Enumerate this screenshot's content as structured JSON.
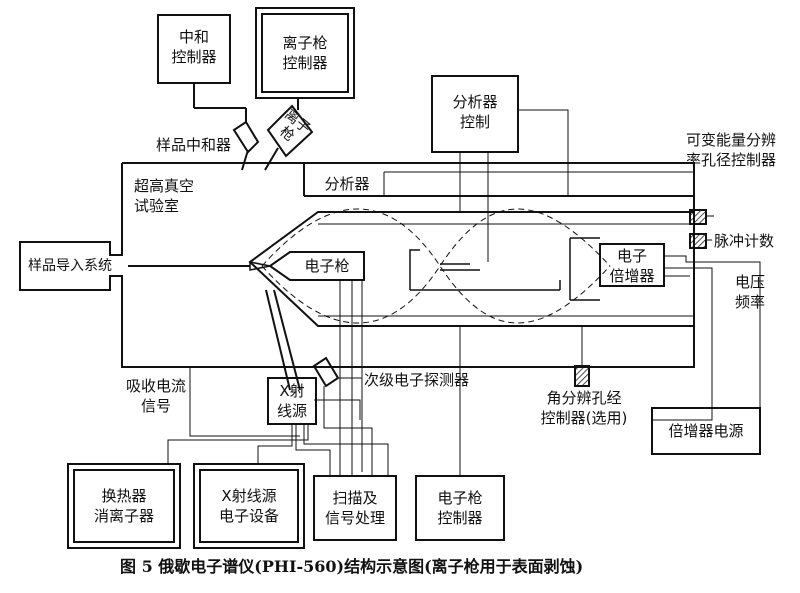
{
  "diagram": {
    "boxes": {
      "neutralizer_ctrl": "中和\n控制器",
      "ion_gun_ctrl": "离子枪\n控制器",
      "ion_gun": "离子\n枪",
      "analyzer_ctrl": "分析器\n控制",
      "uhv_chamber": "超高真空\n试验室",
      "analyzer": "分析器",
      "sample_intro": "样品导入系统",
      "electron_gun": "电子枪",
      "multiplier": "电子\n倍增器",
      "xray_source": "X射\n线源",
      "heat_exchanger": "换热器\n消离子器",
      "xray_equipment": "X射线源\n电子设备",
      "scan_signal": "扫描及\n信号处理",
      "egun_ctrl": "电子枪\n控制器",
      "multiplier_psu": "倍增器电源"
    },
    "labels": {
      "sample_neutralize": "样品中和器",
      "variable_energy": "可变能量分辨\n率孔径控制器",
      "pulse_count": "脉冲计数",
      "voltage_freq": "电压\n频率",
      "absorb_current": "吸收电流\n信号",
      "secondary_detector": "次级电子探测器",
      "angle_aperture": "角分辨孔经\n控制器(选用)"
    },
    "caption": "图 5    俄歇电子谱仪(PHI-560)结构示意图(离子枪用于表面剥蚀)"
  }
}
